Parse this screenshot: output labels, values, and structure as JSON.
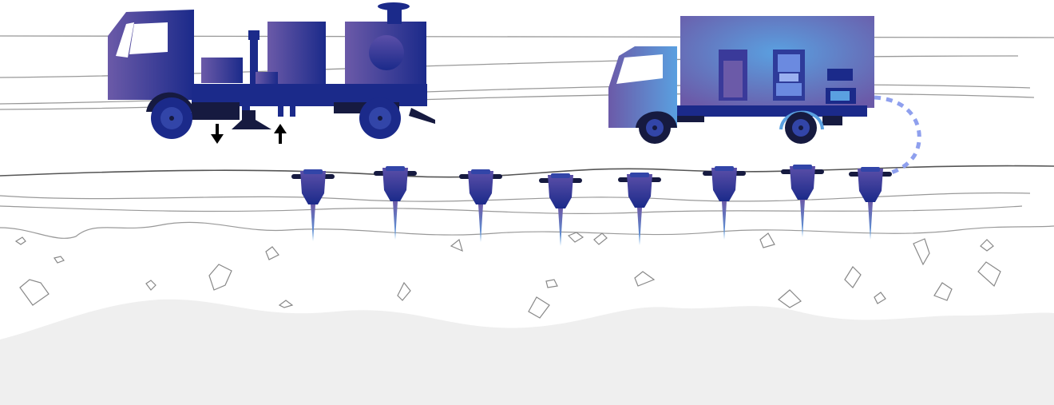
{
  "illustration": {
    "subjects": [
      "vibroseis-truck",
      "recording-truck",
      "geophone-array"
    ],
    "geophone_count": 8
  },
  "colors": {
    "primary_dark": "#1b2a8a",
    "primary_mid": "#4a4fb0",
    "accent_light": "#5aa0e0",
    "purple": "#6b5aa8",
    "cable_dots": "#8fa0ee",
    "ground_fill": "#efefef",
    "lines": "#888888"
  }
}
